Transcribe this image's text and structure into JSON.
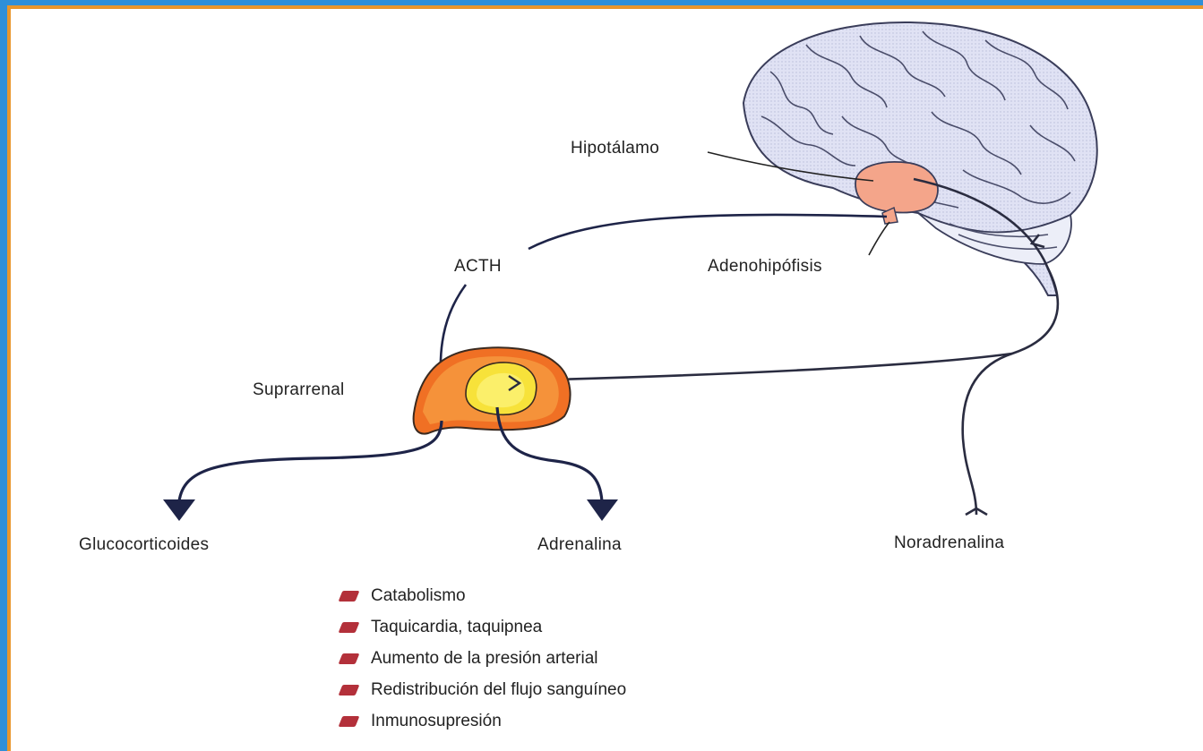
{
  "labels": {
    "hipotalamo": "Hipotálamo",
    "acth": "ACTH",
    "adenohipofisis": "Adenohipófisis",
    "suprarrenal": "Suprarrenal",
    "glucocorticoides": "Glucocorticoides",
    "adrenalina": "Adrenalina",
    "noradrenalina": "Noradrenalina"
  },
  "effects": [
    "Catabolismo",
    "Taquicardia, taquipnea",
    "Aumento de la presión arterial",
    "Redistribución del flujo sanguíneo",
    "Inmunosupresión"
  ],
  "colors": {
    "background": "#2f8fd8",
    "frame_border": "#e9962c",
    "brain": "#dcdef2",
    "hypothalamus": "#f4a58a",
    "adrenal_outer": "#f07024",
    "adrenal_inner": "#f7e23a",
    "arrows": "#1e2448",
    "bullet": "#b3303a"
  }
}
